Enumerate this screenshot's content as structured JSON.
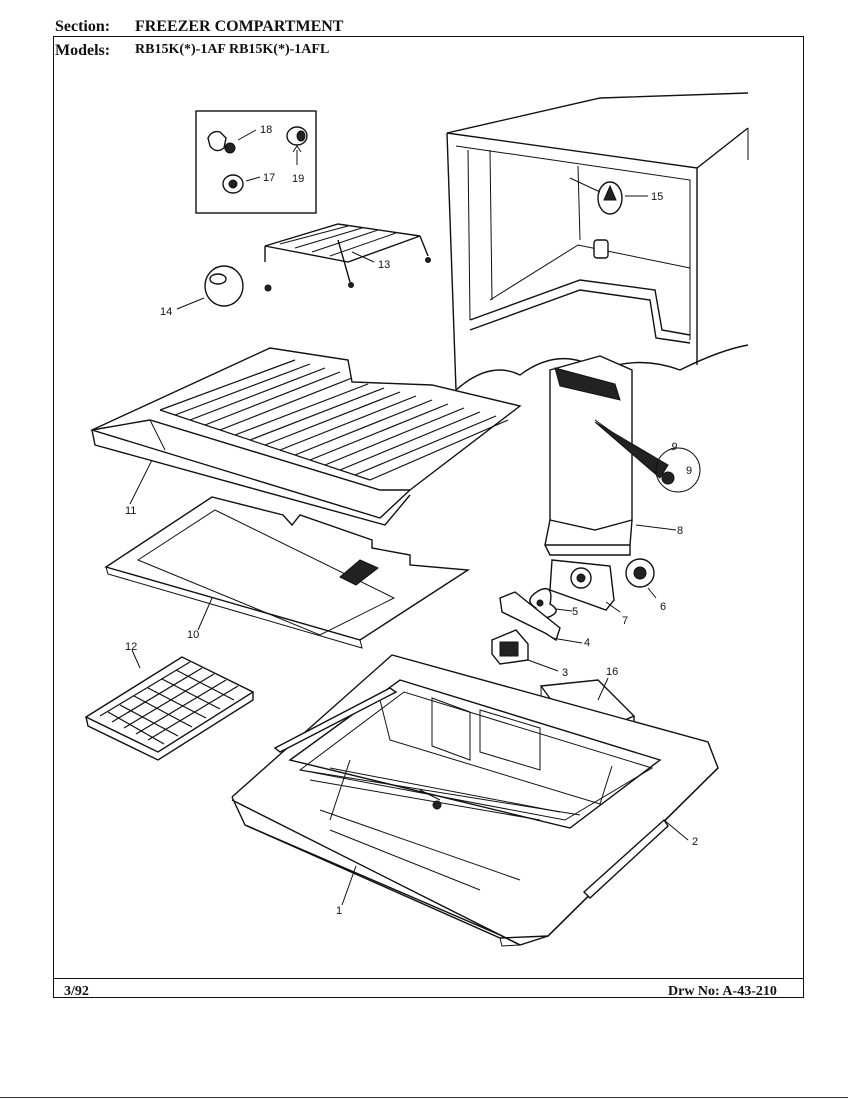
{
  "header": {
    "section_label": "Section:",
    "section_value": "FREEZER COMPARTMENT",
    "models_label": "Models:",
    "models_value": "RB15K(*)-1AF  RB15K(*)-1AFL"
  },
  "footer": {
    "date": "3/92",
    "drawing_number": "Drw No: A-43-210"
  },
  "callouts": {
    "c1": "1",
    "c2": "2",
    "c3": "3",
    "c4": "4",
    "c5": "5",
    "c6": "6",
    "c7": "7",
    "c8": "8",
    "c9": "9",
    "c9b": "9",
    "c10": "10",
    "c11": "11",
    "c12": "12",
    "c13": "13",
    "c14": "14",
    "c15": "15",
    "c16": "16",
    "c17": "17",
    "c18": "18",
    "c19": "19"
  }
}
